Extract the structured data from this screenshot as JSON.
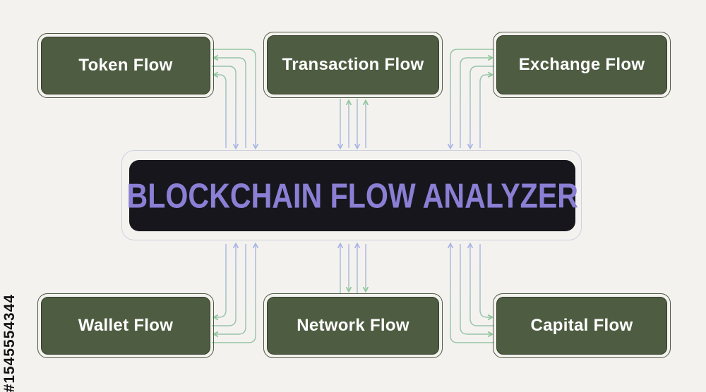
{
  "watermark": "#1545554344",
  "center": {
    "label": "BLOCKCHAIN FLOW ANALYZER"
  },
  "nodes": {
    "token": {
      "label": "Token Flow"
    },
    "transaction": {
      "label": "Transaction Flow"
    },
    "exchange": {
      "label": "Exchange Flow"
    },
    "wallet": {
      "label": "Wallet Flow"
    },
    "network": {
      "label": "Network Flow"
    },
    "capital": {
      "label": "Capital Flow"
    }
  },
  "colors": {
    "background": "#f4f2ef",
    "box_fill": "#4e5c41",
    "box_border": "#33402a",
    "box_outline": "#4b5a3f",
    "center_fill": "#17161c",
    "center_text": "#8a7fd4",
    "center_outline": "#ccd1df",
    "arrow_green": "#8fc79a",
    "arrow_blue": "#aab5e6",
    "watermark_color": "#121212"
  }
}
